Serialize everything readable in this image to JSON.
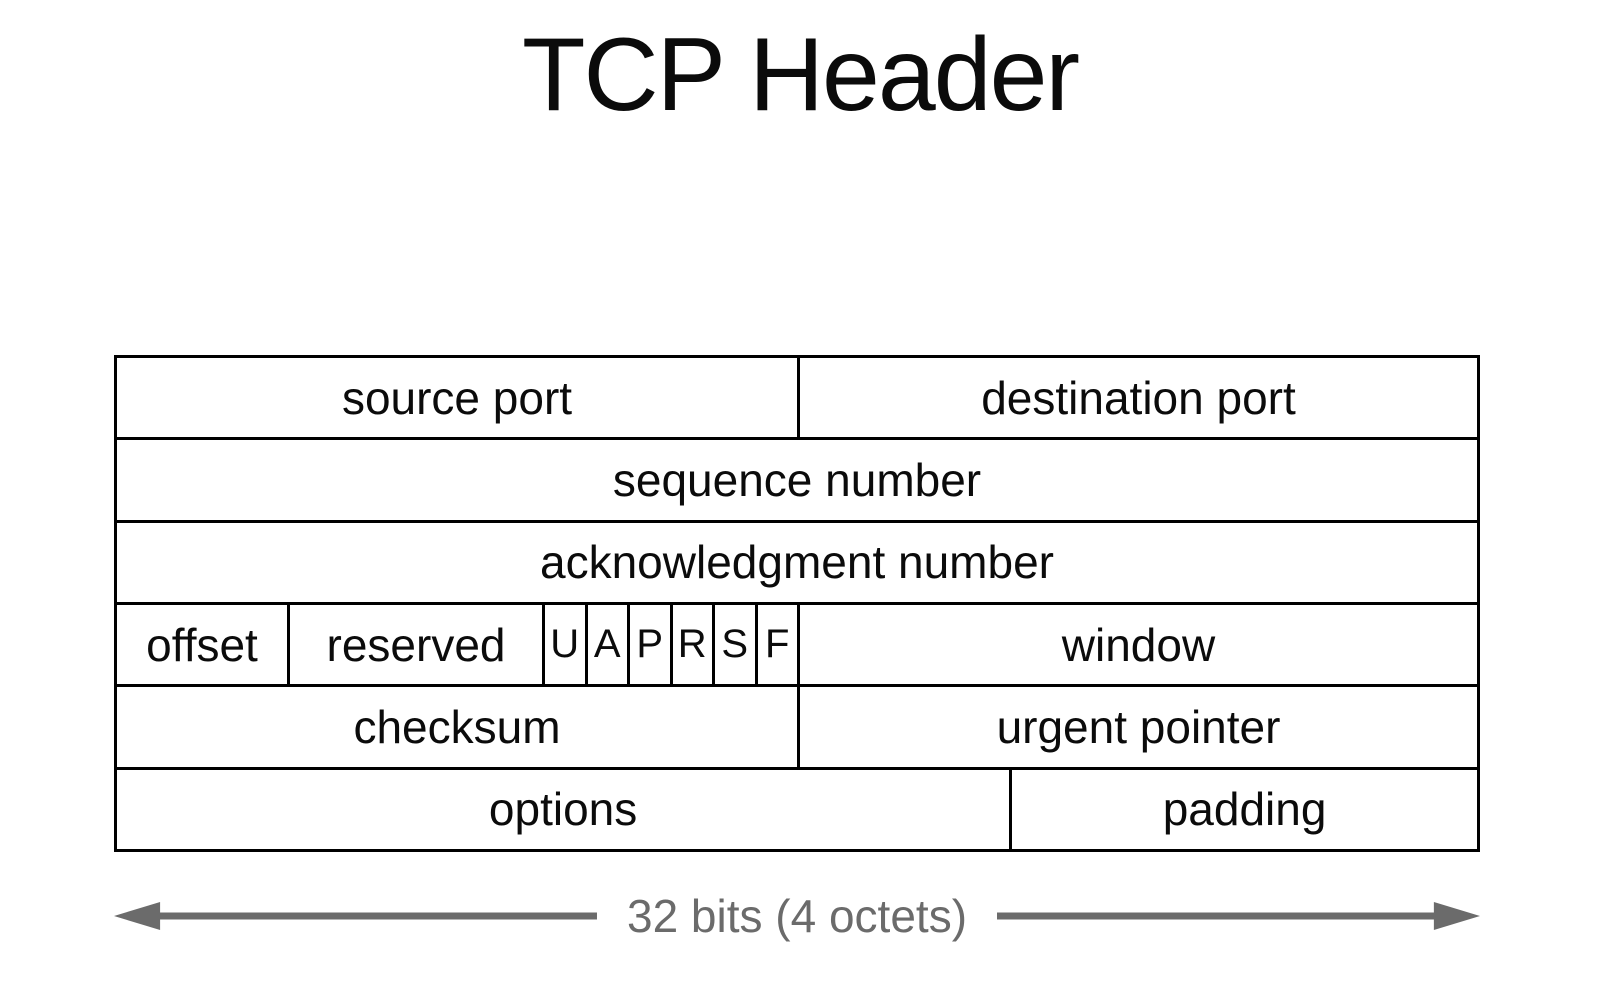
{
  "title": "TCP Header",
  "diagram": {
    "rows": [
      {
        "cells": [
          {
            "label": "source port"
          },
          {
            "label": "destination port"
          }
        ]
      },
      {
        "cells": [
          {
            "label": "sequence number"
          }
        ]
      },
      {
        "cells": [
          {
            "label": "acknowledgment number"
          }
        ]
      },
      {
        "cells": [
          {
            "label": "offset"
          },
          {
            "label": "reserved"
          },
          {
            "label": "U"
          },
          {
            "label": "A"
          },
          {
            "label": "P"
          },
          {
            "label": "R"
          },
          {
            "label": "S"
          },
          {
            "label": "F"
          },
          {
            "label": "window"
          }
        ]
      },
      {
        "cells": [
          {
            "label": "checksum"
          },
          {
            "label": "urgent pointer"
          }
        ]
      },
      {
        "cells": [
          {
            "label": "options"
          },
          {
            "label": "padding"
          }
        ]
      }
    ]
  },
  "scale": {
    "label": "32 bits (4 octets)",
    "left_icon": "arrow-left",
    "right_icon": "arrow-right"
  },
  "colors": {
    "border": "#000000",
    "text": "#0b0b0b",
    "muted": "#6b6b6b",
    "background": "#ffffff"
  }
}
